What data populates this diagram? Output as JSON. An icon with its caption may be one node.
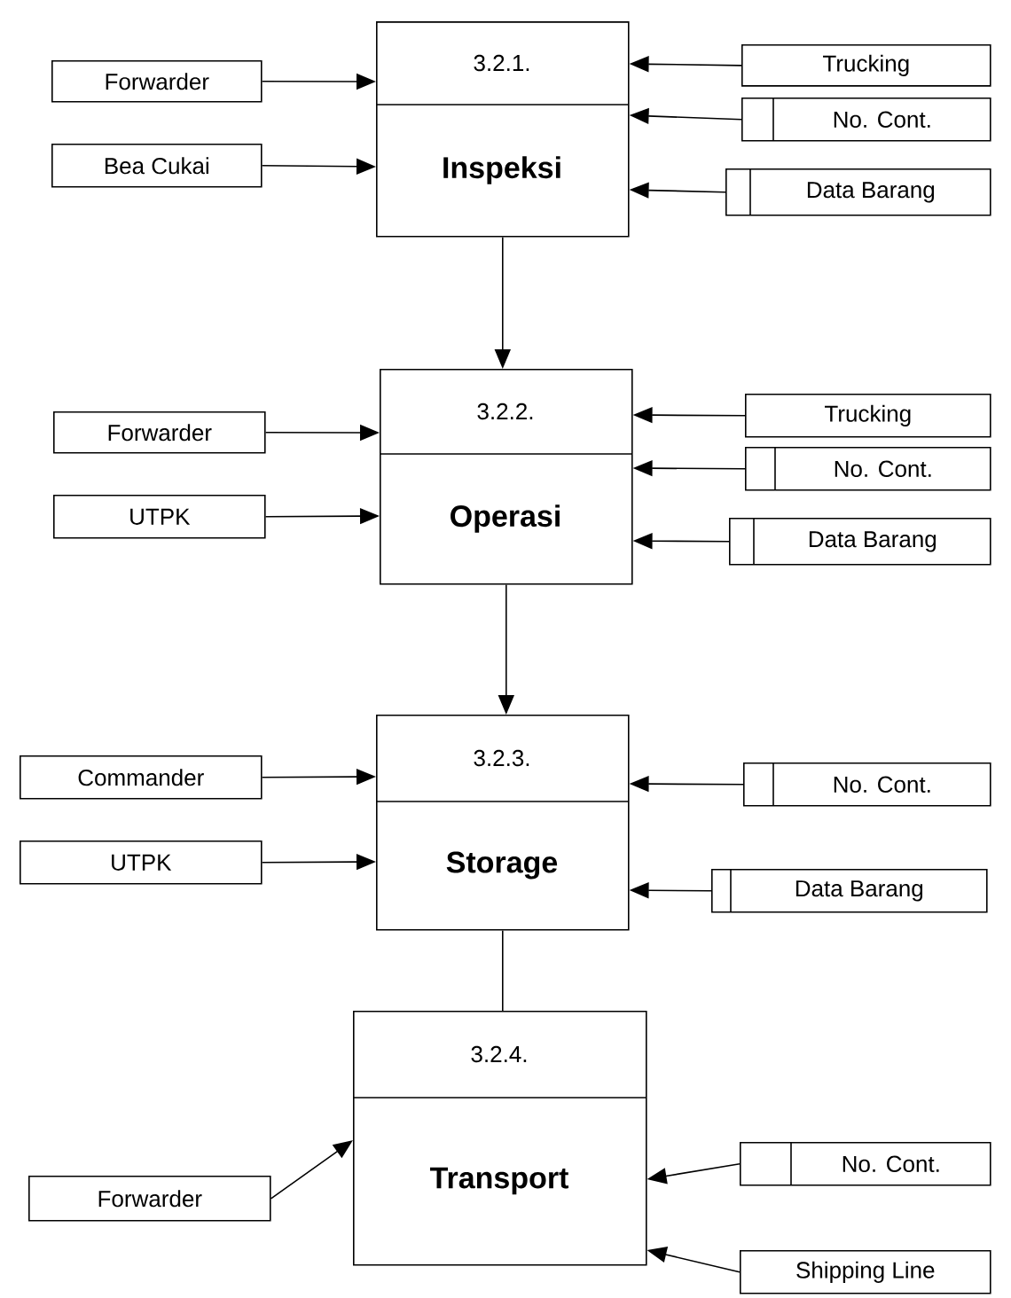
{
  "diagram": {
    "nodes": [
      {
        "text": [
          "3.2.1.",
          "Inspeksi"
        ]
      },
      {
        "text": [
          "Forwarder"
        ]
      },
      {
        "text": [
          "Bea Cukai"
        ]
      },
      {
        "text": [
          "Trucking"
        ]
      },
      {
        "text": [
          "No. Cont."
        ]
      },
      {
        "text": [
          "Data Barang"
        ]
      },
      {
        "text": [
          "3.2.2.",
          "Operasi"
        ]
      },
      {
        "text": [
          "Forwarder"
        ]
      },
      {
        "text": [
          "UTPK"
        ]
      },
      {
        "text": [
          "Trucking"
        ]
      },
      {
        "text": [
          "No. Cont."
        ]
      },
      {
        "text": [
          "Data Barang"
        ]
      },
      {
        "text": [
          "3.2.3.",
          "Storage"
        ]
      },
      {
        "text": [
          "Commander"
        ]
      },
      {
        "text": [
          "UTPK"
        ]
      },
      {
        "text": [
          "No. Cont."
        ]
      },
      {
        "text": [
          "Data Barang"
        ]
      },
      {
        "text": [
          "3.2.4.",
          "Transport"
        ]
      },
      {
        "text": [
          "Forwarder"
        ]
      },
      {
        "text": [
          "No. Cont."
        ]
      },
      {
        "text": [
          "Shipping Line"
        ]
      }
    ],
    "edges": [
      {
        "from": 1,
        "to": 0,
        "arrow": "to"
      },
      {
        "from": 2,
        "to": 0,
        "arrow": "to"
      },
      {
        "from": 3,
        "to": 0,
        "arrow": "to"
      },
      {
        "from": 4,
        "to": 0,
        "arrow": "to"
      },
      {
        "from": 5,
        "to": 0,
        "arrow": "to"
      },
      {
        "from": 0,
        "to": 6,
        "arrow": "to"
      },
      {
        "from": 7,
        "to": 6,
        "arrow": "to"
      },
      {
        "from": 8,
        "to": 6,
        "arrow": "to"
      },
      {
        "from": 9,
        "to": 6,
        "arrow": "to"
      },
      {
        "from": 10,
        "to": 6,
        "arrow": "to"
      },
      {
        "from": 11,
        "to": 6,
        "arrow": "to"
      },
      {
        "from": 6,
        "to": 12,
        "arrow": "to"
      },
      {
        "from": 13,
        "to": 12,
        "arrow": "to"
      },
      {
        "from": 14,
        "to": 12,
        "arrow": "to"
      },
      {
        "from": 15,
        "to": 12,
        "arrow": "to"
      },
      {
        "from": 16,
        "to": 12,
        "arrow": "to"
      },
      {
        "from": 12,
        "to": 17,
        "arrow": "none"
      },
      {
        "from": 18,
        "to": 17,
        "arrow": "to"
      },
      {
        "from": 19,
        "to": 17,
        "arrow": "to"
      },
      {
        "from": 20,
        "to": 17,
        "arrow": "to"
      }
    ]
  }
}
